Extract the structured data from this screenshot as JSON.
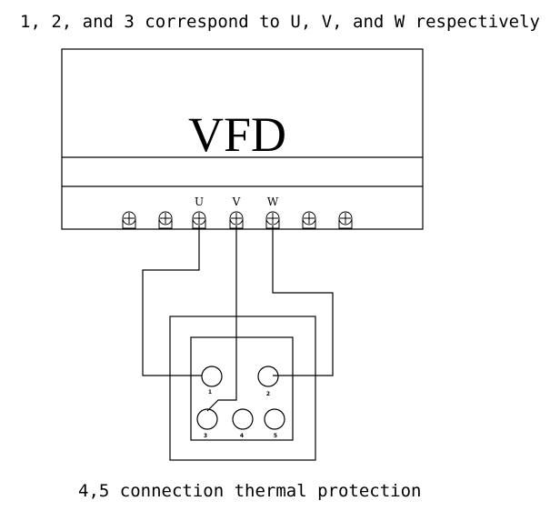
{
  "top_caption": "1,  2,  and 3 correspond to U, V,  and W respectively",
  "bottom_caption": "4,5 connection thermal protection",
  "vfd": {
    "label": "VFD",
    "terminal_labels": [
      "U",
      "V",
      "W"
    ],
    "terminal_count": 7
  },
  "motor_terminals": [
    "1",
    "2",
    "3",
    "4",
    "5"
  ]
}
